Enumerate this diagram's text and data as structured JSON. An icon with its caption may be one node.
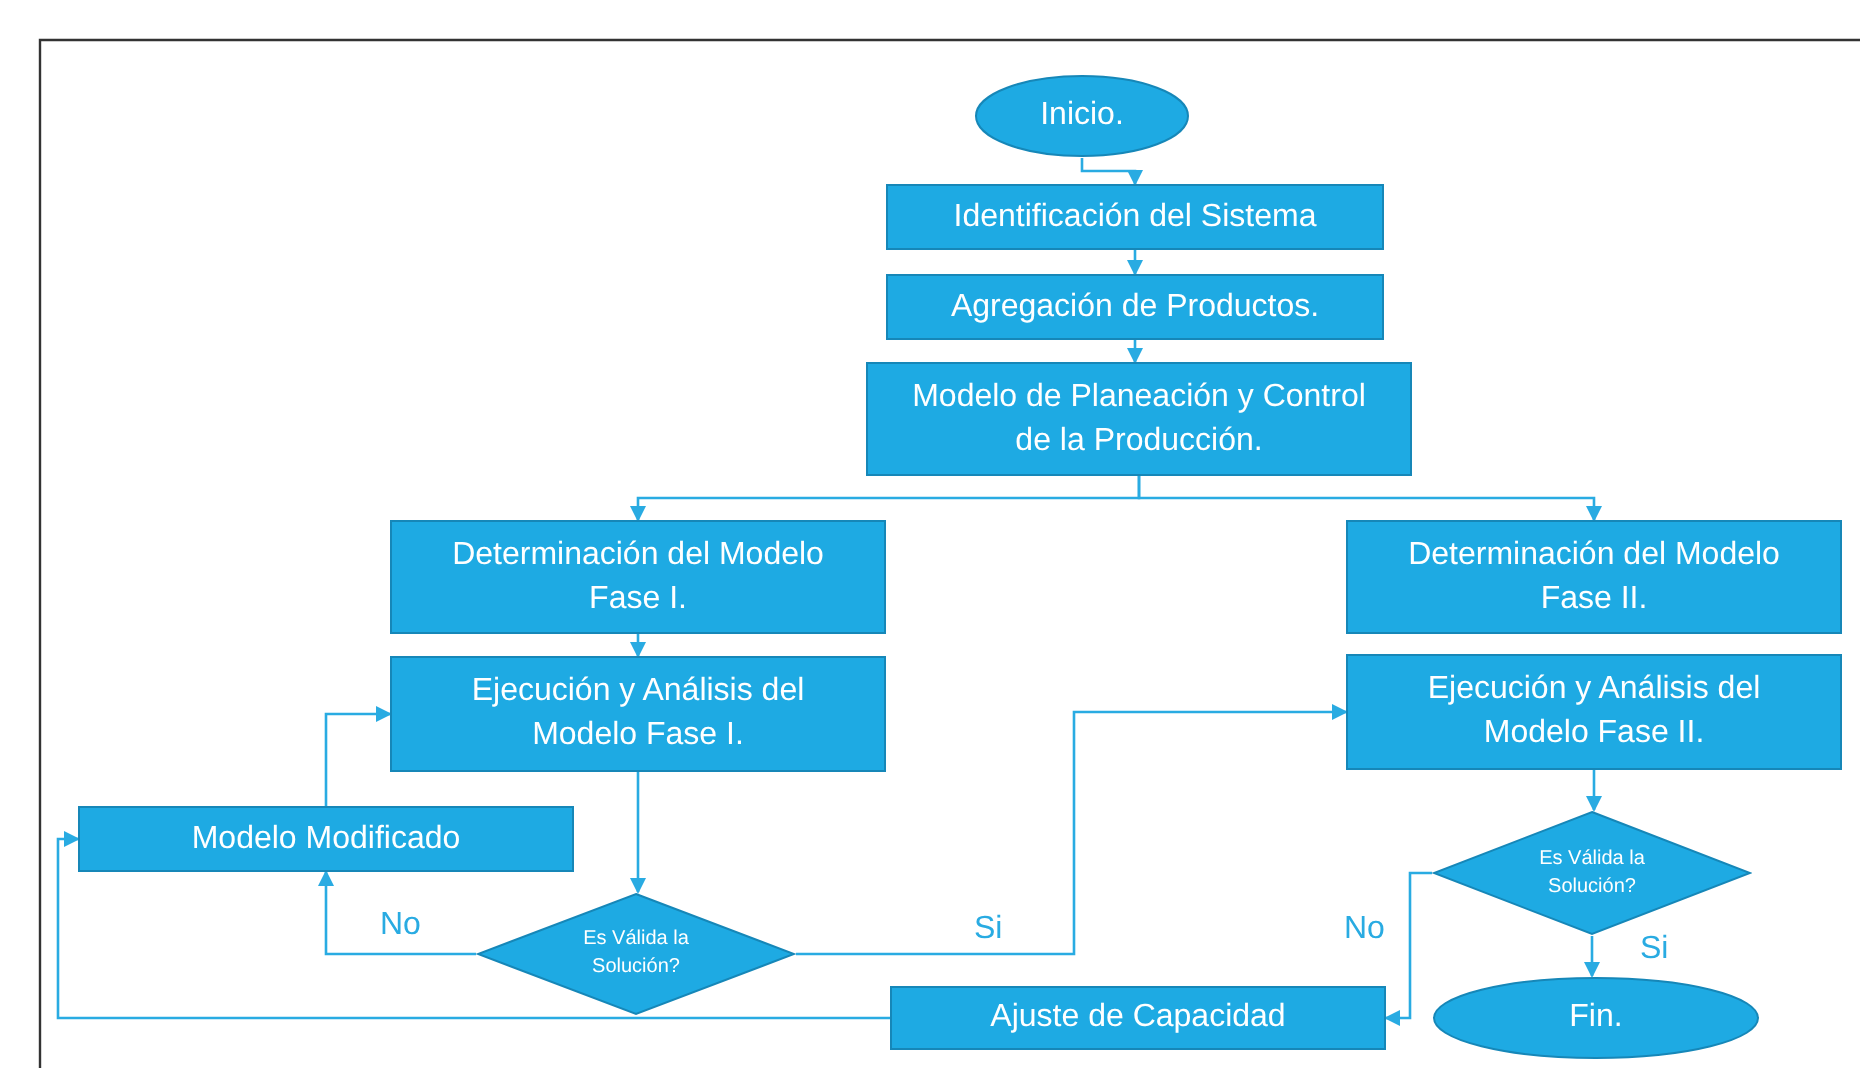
{
  "diagram": {
    "nodes": [
      {
        "text": [
          "Inicio."
        ]
      },
      {
        "text": [
          "Identificación del Sistema"
        ]
      },
      {
        "text": [
          "Agregación de Productos."
        ]
      },
      {
        "text": [
          "Modelo de Planeación y Control de la Producción."
        ]
      },
      {
        "text": [
          "Determinación del Modelo Fase I."
        ]
      },
      {
        "text": [
          "Ejecución y Análisis del Modelo Fase I."
        ]
      },
      {
        "text": [
          "Modelo Modificado"
        ]
      },
      {
        "text": [
          "Es Válida la Solución?"
        ]
      },
      {
        "text": [
          "Determinación del Modelo Fase II."
        ]
      },
      {
        "text": [
          "Ejecución y Análisis del Modelo Fase II."
        ]
      },
      {
        "text": [
          "Es Válida la Solución?"
        ]
      },
      {
        "text": [
          "Ajuste de Capacidad"
        ]
      },
      {
        "text": [
          "Fin."
        ]
      }
    ],
    "edges": [
      {
        "from": 0,
        "to": 1,
        "arrow": "to"
      },
      {
        "from": 1,
        "to": 2,
        "arrow": "to"
      },
      {
        "from": 2,
        "to": 3,
        "arrow": "to"
      },
      {
        "from": 3,
        "to": 4,
        "arrow": "to"
      },
      {
        "from": 3,
        "to": 8,
        "arrow": "to"
      },
      {
        "from": 4,
        "to": 5,
        "arrow": "to"
      },
      {
        "from": 5,
        "to": 7,
        "arrow": "to"
      },
      {
        "from": 7,
        "to": 6,
        "arrow": "to",
        "label": "No"
      },
      {
        "from": 6,
        "to": 5,
        "arrow": "to"
      },
      {
        "from": 7,
        "to": 9,
        "arrow": "to",
        "label": "Si"
      },
      {
        "from": 9,
        "to": 10,
        "arrow": "to"
      },
      {
        "from": 10,
        "to": 12,
        "arrow": "to",
        "label": "Si"
      },
      {
        "from": 10,
        "to": 11,
        "arrow": "to",
        "label": "No"
      },
      {
        "from": 11,
        "to": 6,
        "arrow": "to"
      }
    ]
  }
}
